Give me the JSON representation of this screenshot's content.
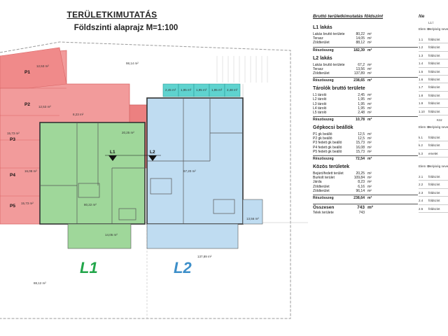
{
  "header": {
    "title": "TERÜLETKIMUTATÁS",
    "subtitle": "Földszinti alaprajz   M=1:100"
  },
  "plan": {
    "plot_labels": {
      "l1": "L1",
      "l2": "L2"
    },
    "parking": [
      "P1",
      "P2",
      "P3",
      "P4",
      "P5"
    ],
    "section_marks": [
      "L1",
      "L2"
    ],
    "areas": {
      "garden_top": "98,14 m²",
      "area_p1": "12,53 m²",
      "area_p2": "12,53 m²",
      "area_p3": "15,73 m²",
      "area_p4": "16,08 m²",
      "area_p5": "15,73 m²",
      "area_path": "8,23 m²",
      "area_l1_main": "80,22 m²",
      "area_l2_main": "67,20 m²",
      "area_l1_terrace": "14,05 m²",
      "area_l2_terrace": "13,56 m²",
      "area_l1_garden": "88,12 m²",
      "area_l2_garden": "137,89 m²",
      "area_entrance": "20,25 m²",
      "storage": [
        "2,45 m²",
        "1,95 m²",
        "1,95 m²",
        "1,95 m²",
        "2,48 m²"
      ]
    }
  },
  "table": {
    "title": "Bruttó területkimutatás földszint",
    "groups": [
      {
        "title": "L1 lakás",
        "rows": [
          {
            "name": "Lakás bruttó területe",
            "value": "80,22",
            "unit": "m²"
          },
          {
            "name": "Terasz",
            "value": "14,05",
            "unit": "m²"
          },
          {
            "name": "Zöldterület",
            "value": "88,12",
            "unit": "m²"
          }
        ],
        "sum": {
          "name": "Részösszeg",
          "value": "182,39",
          "unit": "m²"
        }
      },
      {
        "title": "L2 lakás",
        "rows": [
          {
            "name": "Lakás bruttó területe",
            "value": "67,2",
            "unit": "m²"
          },
          {
            "name": "Terasz",
            "value": "13,56",
            "unit": "m²"
          },
          {
            "name": "Zöldterület",
            "value": "137,89",
            "unit": "m²"
          }
        ],
        "sum": {
          "name": "Részösszeg",
          "value": "238,65",
          "unit": "m²"
        }
      },
      {
        "title": "Tárolók bruttó területe",
        "rows": [
          {
            "name": "L1 tároló",
            "value": "2,45",
            "unit": "m²"
          },
          {
            "name": "L2 tároló",
            "value": "1,95",
            "unit": "m²"
          },
          {
            "name": "L3 tároló",
            "value": "1,95",
            "unit": "m²"
          },
          {
            "name": "L4 tároló",
            "value": "1,95",
            "unit": "m²"
          },
          {
            "name": "L5 tároló",
            "value": "2,48",
            "unit": "m²"
          }
        ],
        "sum": {
          "name": "Részösszeg",
          "value": "10,78",
          "unit": "m²"
        }
      },
      {
        "title": "Gépkocsi beállók",
        "rows": [
          {
            "name": "P1 gk beálló",
            "value": "12,5",
            "unit": "m²"
          },
          {
            "name": "P2 gk beálló",
            "value": "12,5",
            "unit": "m²"
          },
          {
            "name": "P3 fedett gk beálló",
            "value": "15,73",
            "unit": "m²"
          },
          {
            "name": "P4 fedett gk beálló",
            "value": "16,08",
            "unit": "m²"
          },
          {
            "name": "P5 fedett gk beálló",
            "value": "15,73",
            "unit": "m²"
          }
        ],
        "sum": {
          "name": "Részösszeg",
          "value": "72,54",
          "unit": "m²"
        }
      },
      {
        "title": "Közös területek",
        "rows": [
          {
            "name": "Bejáró/fedett terület",
            "value": "20,25",
            "unit": "m²"
          },
          {
            "name": "Burkolt terület",
            "value": "109,84",
            "unit": "m²"
          },
          {
            "name": "Járda",
            "value": "8,23",
            "unit": "m²"
          },
          {
            "name": "Zöldterület",
            "value": "6,16",
            "unit": "m²"
          },
          {
            "name": "Zöldterület",
            "value": "96,14",
            "unit": "m²"
          }
        ],
        "sum": {
          "name": "Részösszeg",
          "value": "238,64",
          "unit": "m²"
        }
      }
    ],
    "total": {
      "name": "Összesen",
      "value": "743",
      "unit": "m²"
    },
    "plot": {
      "name": "Telek területe",
      "value": "743"
    }
  },
  "right_column": {
    "title": "Ne",
    "subtitle": "L1 l",
    "header_a": "Elem ID",
    "header_b": "Helyiség neve",
    "rows_top": [
      {
        "a": "1.1",
        "b": "földszint"
      },
      {
        "a": "1.2",
        "b": "földszint"
      },
      {
        "a": "1.3",
        "b": "földszint"
      },
      {
        "a": "1.4",
        "b": "földszint"
      },
      {
        "a": "1.5",
        "b": "földszint"
      },
      {
        "a": "1.6",
        "b": "földszint"
      },
      {
        "a": "1.7",
        "b": "földszint"
      },
      {
        "a": "1.8",
        "b": "földszint"
      },
      {
        "a": "1.9",
        "b": "földszint"
      },
      {
        "a": "1.10",
        "b": "földszint"
      }
    ],
    "mid_title": "Köz",
    "rows_mid": [
      {
        "a": "k.1",
        "b": "földszint"
      },
      {
        "a": "k.2",
        "b": "földszint"
      },
      {
        "a": "k.3",
        "b": "emelet"
      }
    ],
    "rows_bottom": [
      {
        "a": "2.1",
        "b": "földszint"
      },
      {
        "a": "2.2",
        "b": "földszint"
      },
      {
        "a": "2.3",
        "b": "földszint"
      },
      {
        "a": "2.4",
        "b": "földszint"
      },
      {
        "a": "2.5",
        "b": "földszint"
      }
    ]
  }
}
